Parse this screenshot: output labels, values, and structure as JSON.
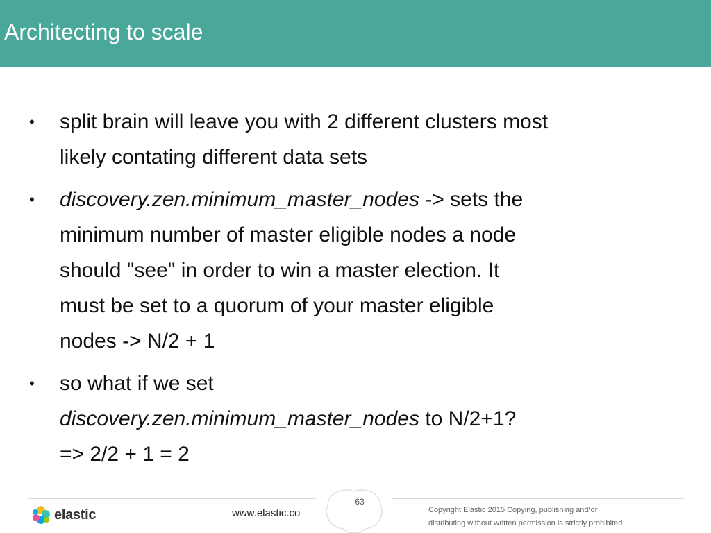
{
  "slide": {
    "title": "Architecting to scale",
    "title_bar_color": "#4aa89a"
  },
  "bullets": [
    {
      "lines": [
        "split brain will leave you with 2 different clusters most",
        "likely contating different data sets"
      ]
    },
    {
      "lines": [
        {
          "italic": "discovery.zen.minimum_master_nodes",
          "text": " -> sets the"
        },
        "minimum number of master eligible nodes a node",
        "should \"see\" in order to win a master election. It",
        "must be set to a quorum of your master eligible",
        "nodes -> N/2 + 1"
      ]
    },
    {
      "lines": [
        "so what if we set",
        {
          "italic": "discovery.zen.minimum_master_nodes",
          "text": " to N/2+1?"
        },
        "=> 2/2 + 1 = 2"
      ]
    }
  ],
  "footer": {
    "brand": "elastic",
    "website": "www.elastic.co",
    "page_number": "63",
    "copyright_line1": "Copyright Elastic 2015 Copying, publishing and/or",
    "copyright_line2": "distributing without written permission is strictly prohibited",
    "logo_icon": "elastic-logo-icon",
    "logo_colors": [
      "#f0bf1a",
      "#3ebeb0",
      "#07a5de",
      "#ee5097",
      "#17a8e0",
      "#93c90e"
    ]
  }
}
